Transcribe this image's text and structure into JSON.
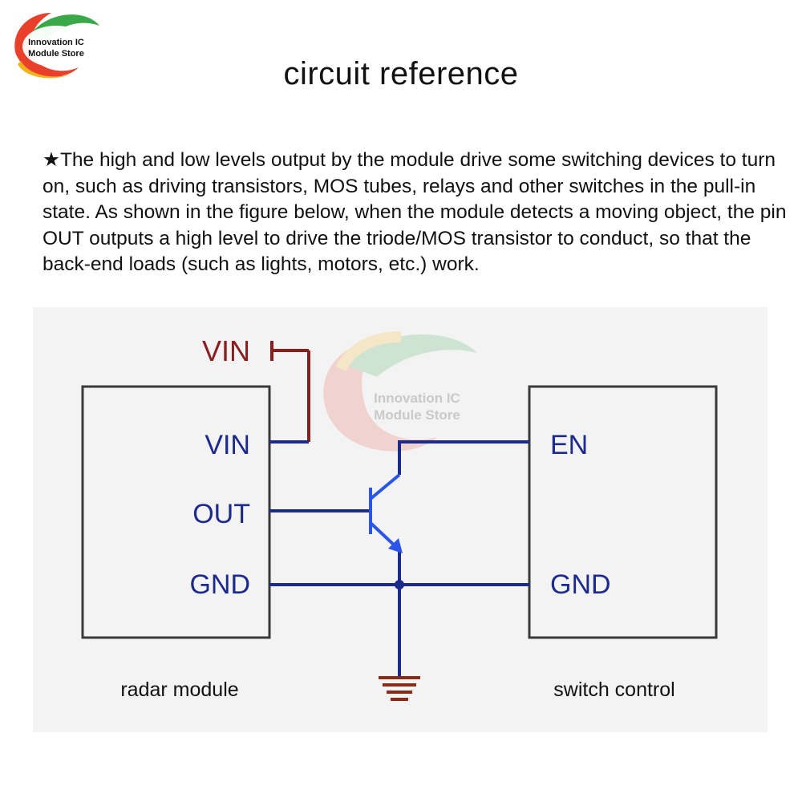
{
  "brand": {
    "line1": "Innovation IC",
    "line2": "Module Store"
  },
  "title": "circuit reference",
  "description": {
    "star": "★",
    "text": "The high and low levels output by the module drive some switching devices to turn on, such as driving transistors, MOS tubes, relays and other switches in the pull-in state. As shown in the figure below, when the module detects a moving object, the pin OUT outputs a high level to drive the triode/MOS transistor to conduct, so that the back-end loads (such as lights, motors, etc.) work."
  },
  "diagram": {
    "supply_label": "VIN",
    "radar_module": {
      "caption": "radar module",
      "pins": {
        "vin": "VIN",
        "out": "OUT",
        "gnd": "GND"
      }
    },
    "switch_control": {
      "caption": "switch control",
      "pins": {
        "en": "EN",
        "gnd": "GND"
      }
    },
    "colors": {
      "wire": "#1c2a8c",
      "supply": "#8a1e1e",
      "transistor": "#2a55e8",
      "ground": "#8a2a18",
      "box_border": "#3a3a3a"
    }
  }
}
